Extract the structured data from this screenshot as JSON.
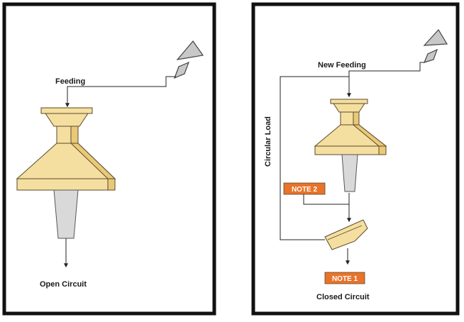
{
  "panels": [
    {
      "feed_label": "Feeding",
      "caption": "Open Circuit"
    },
    {
      "feed_label": "New Feeding",
      "loop_label": "Circular Load",
      "note_a": "NOTE 2",
      "note_b": "NOTE 1",
      "caption": "Closed Circuit"
    }
  ],
  "colors": {
    "body": "#f5dfa0",
    "body_shade": "#e9c978",
    "outline": "#5a4a2a",
    "spigot": "#d9d9d9",
    "rock": "#c8c8c8",
    "badge": "#e8732a",
    "frame": "#111111",
    "line": "#222222"
  },
  "icons": [
    "ore-rock-icon",
    "hydrocyclone-icon",
    "screen-chute-icon"
  ]
}
